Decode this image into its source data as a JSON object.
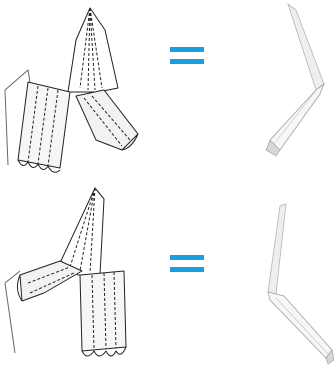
{
  "colors": {
    "equals_sign": "#1a9ee0",
    "line": "#222222",
    "paper_shadow": "#d8d8d8",
    "paper_face": "#f4f4f4",
    "paper_edge": "#9a9a9a"
  },
  "rows": [
    {
      "diagram": "folded-paper-diagram-pointing-up-with-lower-right-arm",
      "relation_icon": "equals-sign-icon",
      "photo": "folded-paper-strip-photo-angled-left"
    },
    {
      "diagram": "folded-paper-diagram-pointing-up-with-lower-left-arm",
      "relation_icon": "equals-sign-icon",
      "photo": "folded-paper-strip-photo-angled-right"
    }
  ]
}
